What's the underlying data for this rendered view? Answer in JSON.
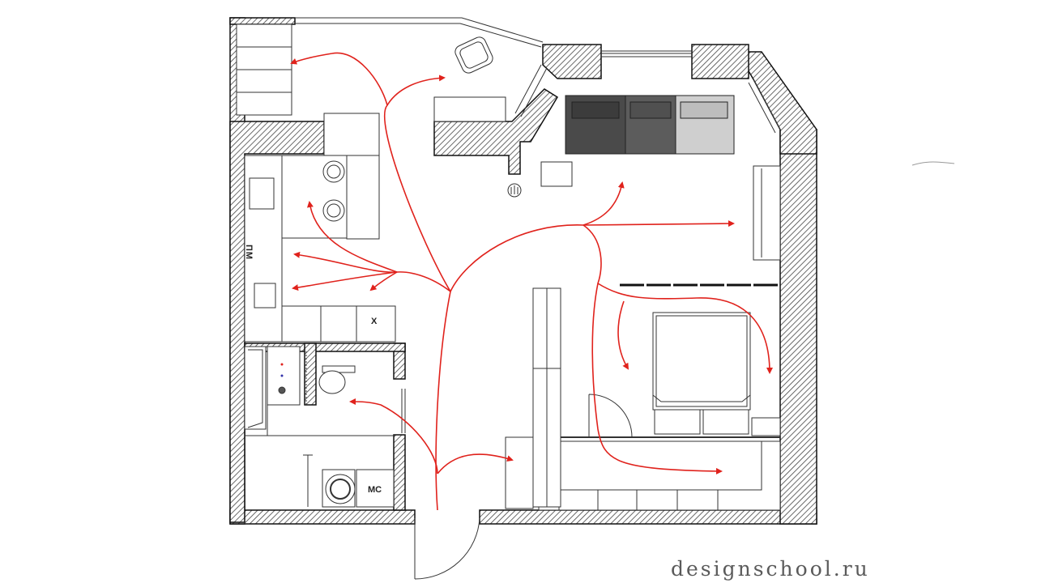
{
  "plan": {
    "labels": {
      "dishwasher": "ПМ",
      "fridge": "Х",
      "washer": "МС"
    },
    "watermark": "designschool.ru"
  },
  "colors": {
    "wall_outline": "#111111",
    "wall_hatch": "#444444",
    "circulation_arrows": "#e0221c",
    "sofa_dark": "#4a4a4a",
    "sofa_mid": "#5c5c5c",
    "sofa_light": "#cfcfcf",
    "watermark": "#5a5a5a"
  },
  "icons": [
    "door-swing-icon",
    "circulation-arrow-icon",
    "toilet-icon",
    "washing-machine-icon",
    "sofa-icon",
    "bed-icon"
  ]
}
